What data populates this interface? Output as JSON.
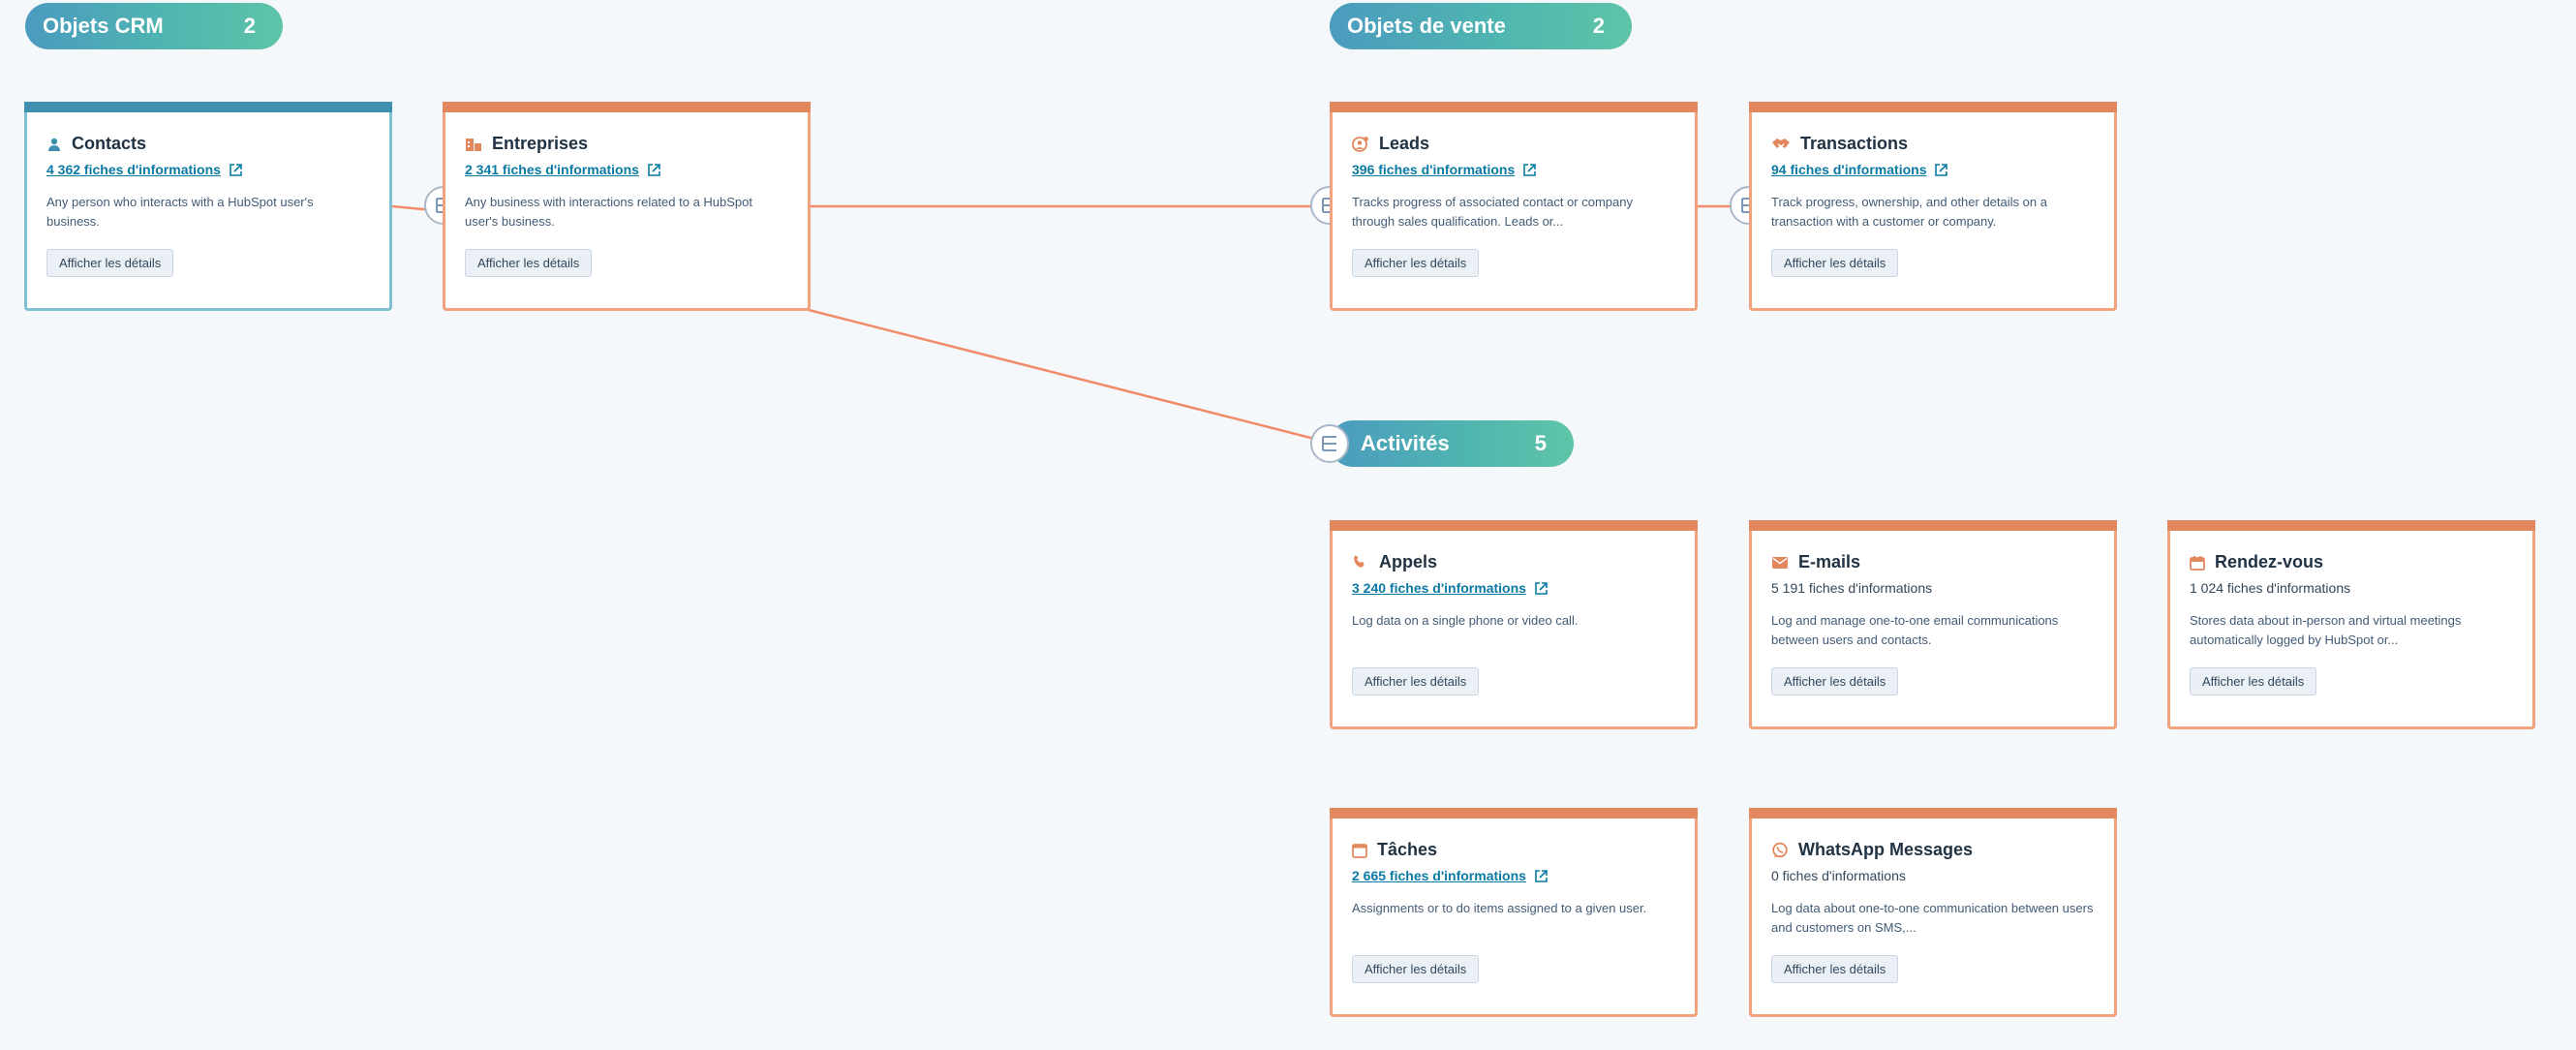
{
  "groups": {
    "crm": {
      "label": "Objets CRM",
      "count": "2"
    },
    "sales": {
      "label": "Objets de vente",
      "count": "2"
    },
    "activities": {
      "label": "Activités",
      "count": "5"
    }
  },
  "details_label": "Afficher les détails",
  "cards": {
    "contacts": {
      "title": "Contacts",
      "records": "4 362 fiches d'informations",
      "desc": "Any person who interacts with a HubSpot user's business.",
      "icon": "person-icon"
    },
    "entreprises": {
      "title": "Entreprises",
      "records": "2 341 fiches d'informations",
      "desc": "Any business with interactions related to a HubSpot user's business.",
      "icon": "building-icon"
    },
    "leads": {
      "title": "Leads",
      "records": "396 fiches d'informations",
      "desc": "Tracks progress of associated contact or company through sales qualification. Leads or...",
      "icon": "lead-icon"
    },
    "transactions": {
      "title": "Transactions",
      "records": "94 fiches d'informations",
      "desc": "Track progress, ownership, and other details on a transaction with a customer or company.",
      "icon": "handshake-icon"
    },
    "appels": {
      "title": "Appels",
      "records": "3 240 fiches d'informations",
      "desc": "Log data on a single phone or video call.",
      "icon": "phone-icon"
    },
    "emails": {
      "title": "E-mails",
      "records": "5 191 fiches d'informations",
      "desc": "Log and manage one-to-one email communications between users and contacts.",
      "icon": "email-icon"
    },
    "rdv": {
      "title": "Rendez-vous",
      "records": "1 024 fiches d'informations",
      "desc": "Stores data about in-person and virtual meetings automatically logged by HubSpot or...",
      "icon": "calendar-icon"
    },
    "taches": {
      "title": "Tâches",
      "records": "2 665 fiches d'informations",
      "desc": "Assignments or to do items assigned to a given user.",
      "icon": "task-icon"
    },
    "whatsapp": {
      "title": "WhatsApp Messages",
      "records": "0 fiches d'informations",
      "desc": "Log data about one-to-one communication between users and customers on SMS,...",
      "icon": "whatsapp-icon"
    }
  },
  "colors": {
    "accent": "#e3885e",
    "teal": "#3f8fae",
    "link": "#0a7aa4",
    "line": "#f08c6a"
  }
}
